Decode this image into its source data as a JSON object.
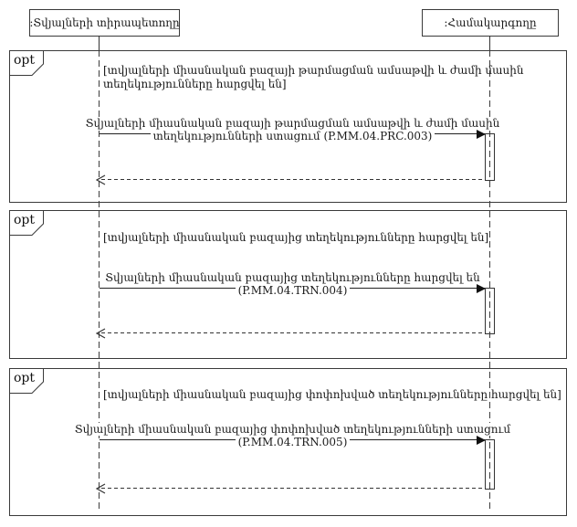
{
  "diagram": {
    "kind": "uml-sequence-diagram",
    "colors": {
      "line": "#333333",
      "text": "#1a1a1a",
      "background": "#ffffff"
    },
    "actors": [
      {
        "label": ":Տվյալների տիրապետողը"
      },
      {
        "label": ":Համակարգողը"
      }
    ],
    "fragments": [
      {
        "operator": "opt",
        "guard_lines": [
          "[տվյալների միասնական բազայի թարմացման ամսաթվի և ժամի մասին",
          "տեղեկությունները հարցվել են]"
        ],
        "message_lines": [
          "Տվյալների միասնական բազայի թարմացման ամսաթվի և ժամի մասին",
          "տեղեկությունների ստացում (P.MM.04.PRC.003)"
        ]
      },
      {
        "operator": "opt",
        "guard_lines": [
          "[տվյալների միասնական բազայից տեղեկությունները հարցվել են]"
        ],
        "message_lines": [
          "Տվյալների միասնական բազայից տեղեկությունները հարցվել են",
          "(P.MM.04.TRN.004)"
        ]
      },
      {
        "operator": "opt",
        "guard_lines": [
          "[տվյալների միասնական բազայից փոփոխված տեղեկությունները հարցվել են]"
        ],
        "message_lines": [
          "Տվյալների միասնական բազայից փոփոխված տեղեկությունների ստացում",
          "(P.MM.04.TRN.005)"
        ]
      }
    ]
  }
}
